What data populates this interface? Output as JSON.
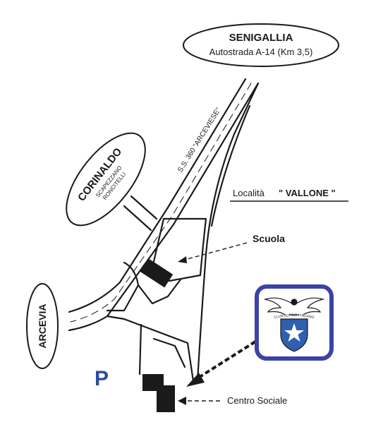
{
  "places": {
    "senigallia": {
      "name": "SENIGALLIA",
      "detail": "Autostrada A-14 (Km 3,5)"
    },
    "corinaldo": {
      "name": "CORINALDO",
      "sub1": "SCAPEZZANO",
      "sub2": "RONCITELLI"
    },
    "arcevia": {
      "name": "ARCEVIA"
    }
  },
  "road": {
    "label": "S.S. 360  \"ARCEVIESE\""
  },
  "locality": {
    "prefix": "Località",
    "name": "\" VALLONE \""
  },
  "buildings": {
    "scuola": "Scuola",
    "centro_sociale": "Centro Sociale"
  },
  "parking": {
    "symbol": "P"
  },
  "logo": {
    "text": "CLUB ALPINO ITALIANO"
  },
  "colors": {
    "ink": "#1a1a1a",
    "parking_blue": "#2c4d9e",
    "logo_frame": "#3b43a8",
    "star_blue": "#2f5fb0"
  }
}
